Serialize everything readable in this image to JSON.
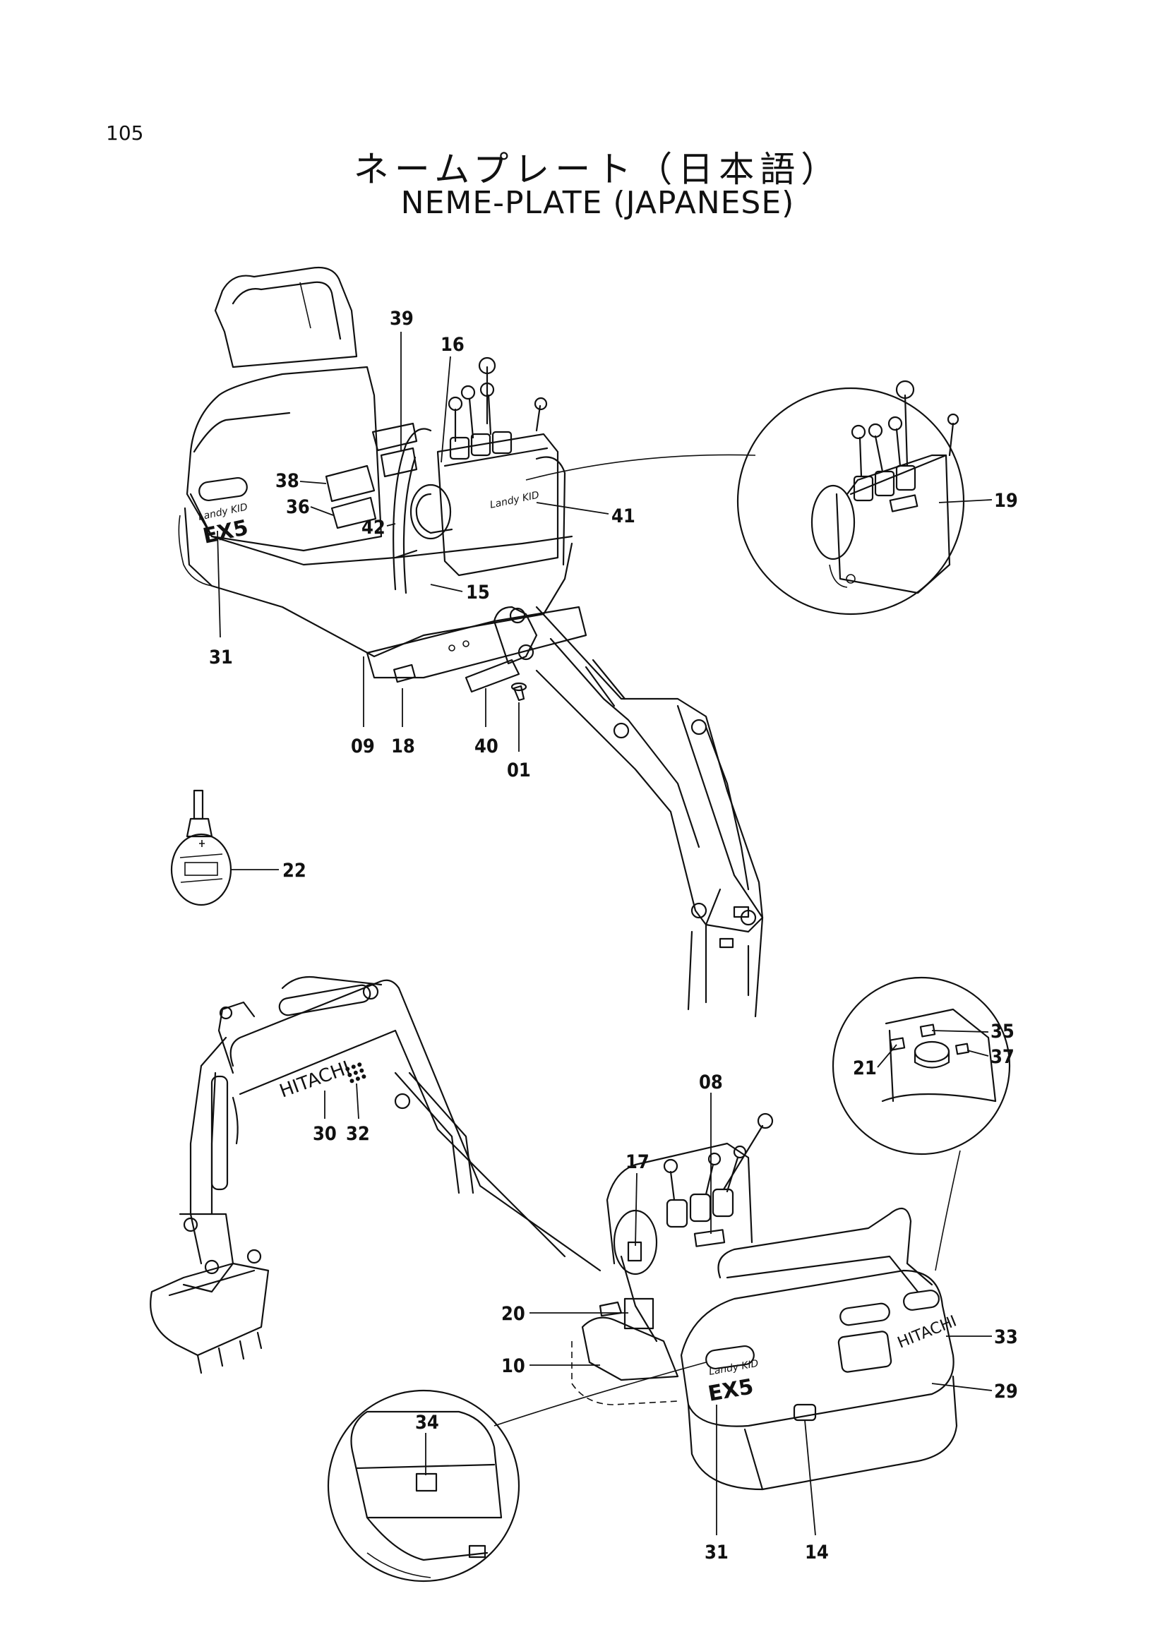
{
  "page": {
    "number": "105",
    "title_jp": "ネームプレート（日本語）",
    "title_en": "NEME-PLATE (JAPANESE)"
  },
  "labels": {
    "landy_kid": "Landy KID",
    "exs": "EX5",
    "hitachi": "HITACHI"
  },
  "callouts": {
    "c39": "39",
    "c16": "16",
    "c38": "38",
    "c36": "36",
    "c42": "42",
    "c41": "41",
    "c15": "15",
    "c31_top": "31",
    "c09": "09",
    "c18": "18",
    "c40": "40",
    "c01": "01",
    "c19": "19",
    "c22": "22",
    "c35": "35",
    "c21": "21",
    "c37": "37",
    "c08": "08",
    "c17": "17",
    "c30": "30",
    "c32": "32",
    "c20": "20",
    "c10": "10",
    "c33": "33",
    "c29": "29",
    "c34": "34",
    "c31_bot": "31",
    "c14": "14"
  }
}
